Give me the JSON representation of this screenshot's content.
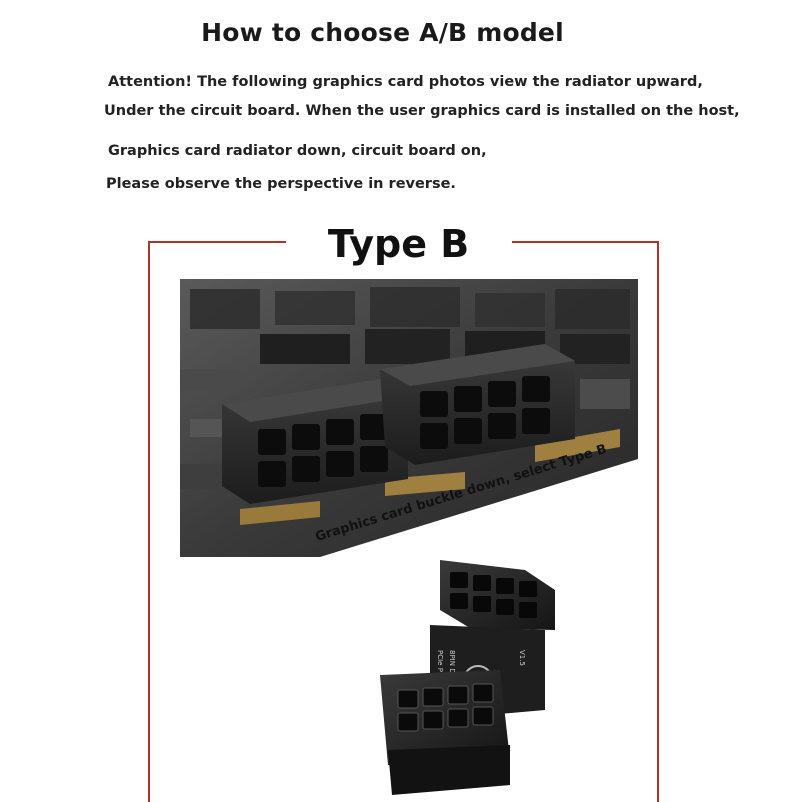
{
  "header": {
    "title": "How to choose A/B model"
  },
  "notes": [
    "Attention! The following graphics card photos view the radiator upward,",
    "Under the circuit board. When the user graphics card is installed on the host,",
    "Graphics card radiator down, circuit board on,",
    "Please observe the perspective in reverse."
  ],
  "section": {
    "heading": "Type B",
    "accent_color": "#b3302c"
  },
  "photo": {
    "caption": "Graphics card buckle down, select Type B",
    "icon": "graphics-card-power-connectors-photo"
  },
  "adapter": {
    "icon": "angled-power-adapter-image",
    "board_text": [
      "PCIe P",
      "8PIN D",
      "V1.5"
    ]
  }
}
